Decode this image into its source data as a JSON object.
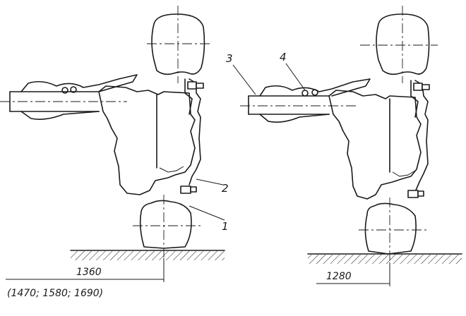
{
  "callouts": [
    "1",
    "2",
    "3",
    "4"
  ],
  "dimensions": {
    "left_track": "1360",
    "left_track_options": "(1470; 1580; 1690)",
    "right_track": "1280"
  }
}
